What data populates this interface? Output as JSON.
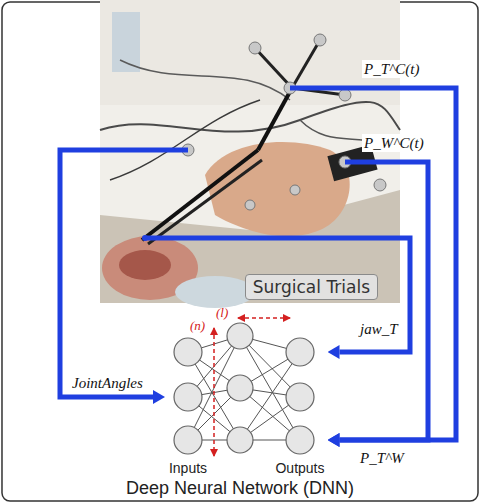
{
  "diagram": {
    "nodes": [
      {
        "text": [
          "Surgical Trials"
        ]
      },
      {
        "text": [
          "Deep Neural Network (DNN)"
        ]
      },
      {
        "text": [
          "Inputs"
        ],
        "in": 1
      },
      {
        "text": [
          "Outputs"
        ],
        "in": 1
      }
    ],
    "edges": [
      {
        "from": 0,
        "to": 2,
        "label": "JointAngles",
        "arrow": "to"
      },
      {
        "from": 0,
        "to": 3,
        "label": "jaw_T",
        "arrow": "to"
      },
      {
        "from": 0,
        "to": 3,
        "label": "P_T^C(t)",
        "arrow": "to"
      },
      {
        "from": 0,
        "to": 3,
        "label": "P_W^C(t)",
        "arrow": "to"
      }
    ],
    "labels": [
      "(l)",
      "(n)",
      "P_T^W"
    ]
  }
}
